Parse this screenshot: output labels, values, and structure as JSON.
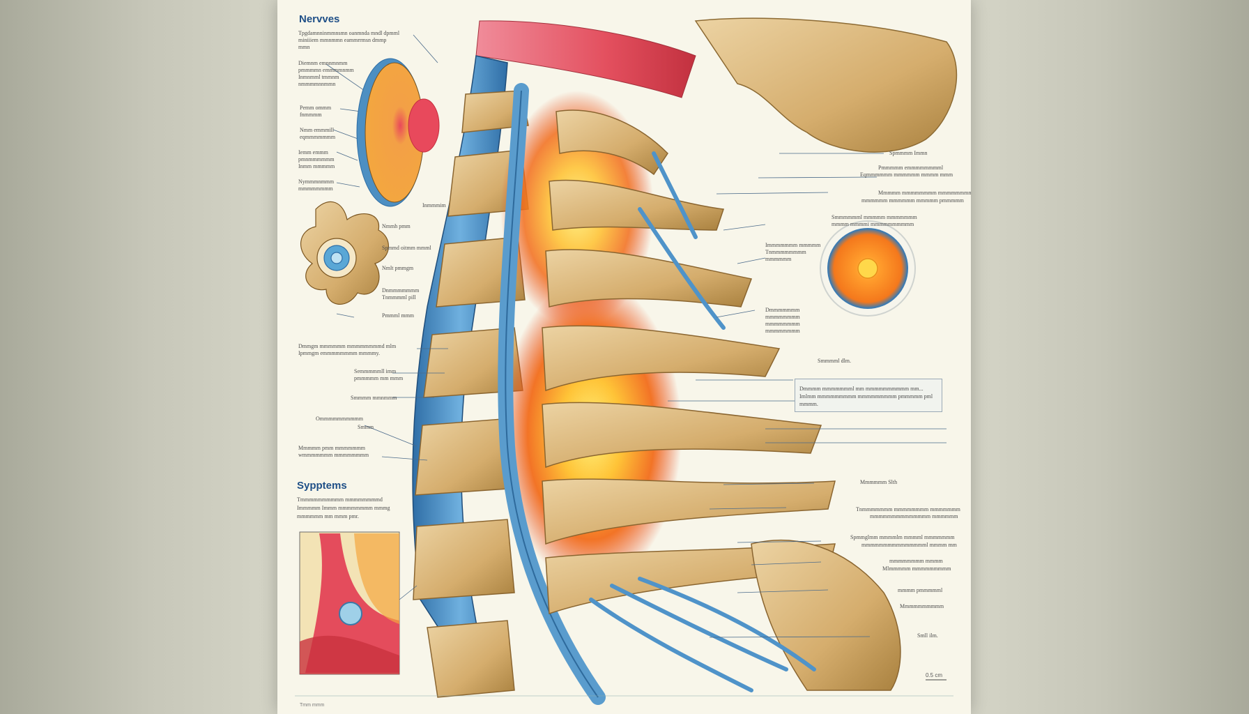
{
  "headings": {
    "top": "Nervves",
    "symptoms": "Sypptems"
  },
  "labels": {
    "disc_top": "Tpgdamnninmmnsmn oanmnda mndl dpmml",
    "disc_top2": "miniiiem mmnmmn eammrrmsn dmmp",
    "disc_top3": "mmn",
    "disc_1": "Diemnm emnnmnmm",
    "disc_1b": "pmmmmn emmmmnmm",
    "disc_1c": "Inmnmml tmmnm",
    "disc_1d": "nmmmmnnmmn",
    "disc_2": "Pemm ommm",
    "disc_2b": "fnmmmm",
    "disc_3": "Nmm emmmill",
    "disc_3b": "eqmmmmmmm",
    "disc_4": "Iemm emmm",
    "disc_4b": "pmnmmmmmm",
    "disc_4c": "Inmm mmmmm",
    "disc_5": "Nymmmnmmm",
    "disc_5b": "mmmmmmmm",
    "disc_center": "Inmmmim",
    "disc_base": "Nmmh pmm",
    "vert_1": "Spmmd oitmm mmml",
    "vert_2": "Nmlt pmmgm",
    "vert_3": "Dnmmmmmmm",
    "vert_3b": "Tnmmmml pill",
    "vert_4": "Pmmml mmm",
    "left_1": "Dmmgm mmmmmm mmmmmmmmd mlm",
    "left_1b": "Ipmmgm emmmmmmmm mmmmy.",
    "left_2": "Semmmmmll imm",
    "left_2b": "pmmmmm mm mmm",
    "left_3": "Smmmm mmnmmm",
    "left_4": "Ommmmmmmmmm",
    "left_4b": "Smmm",
    "left_5": "Mmmmm pmm mmmmmmm",
    "left_5b": "wmmmmmmm mmmmmmmm",
    "symptoms_1": "Tmmmmmmmmmm mmmmmmmmd",
    "symptoms_2": "Immmmm Immm mmmmmmmm mmmg",
    "symptoms_3": "mmmmmm mm mmm pmr.",
    "right_1": "Spmmmm Immn",
    "right_2": "Pmmmmm emmmmmmmml",
    "right_2b": "Eqmmmmmm mmmmmm mmmm mmm",
    "right_3": "Mmmmm mmmmmmmm mmmmmmmmml",
    "right_3b": "mmmmmm mmmmmm mmmmm pmmmmm",
    "right_4": "Smmmmmml mmmmm mmmmmmm",
    "right_4b": "mmmm mmmmi mmmmmmmmmm",
    "right_5": "Immmmmmm mmmmm",
    "right_5b": "Tnmmmmmmmm",
    "right_5c": "mmmmmm",
    "right_6": "Dmmmmmmm",
    "right_6b": "mmmmmmmm",
    "right_6c": "mmmmmmmm",
    "right_6d": "mmmmmmmm",
    "right_7": "Smmmml dlm.",
    "callout_line1": "Dmmmm mmmmmmml mm mmmmmmmmmm mm...",
    "callout_line2": "Imlmm mmmmmmmmm mmmmmmmmm pmmmmm pml mmmm.",
    "right_8": "Mmmmmm Slth",
    "right_9": "Tnmmmmmmm mmmmmmmm mmmmmmm",
    "right_9b": "mmmmmmmmmmmmmm mmmmmm",
    "right_10": "Spmmglmm mmmmlm mmmml mmmmmmm",
    "right_10b": "mmmmmmmmmmmmmmml mmmm mm",
    "right_11": "mmmmmmmm mmmm",
    "right_11b": "Mlmmmmm mmmmmmmmm",
    "right_12": "mmmm pmmmmml",
    "right_12b": "Mmmmmmmmmm",
    "right_13": "Smll ilm.",
    "scale": "0.5 cm",
    "footer": "Tmm mmm"
  },
  "colors": {
    "bone": "#d9b67c",
    "bone_shadow": "#a8803f",
    "disc_blue": "#4d8fc2",
    "nerve_blue": "#5a9ccd",
    "inflammation": "#f2731c",
    "hot_core": "#ffe15a",
    "muscle_red": "#e34f5e",
    "heading_blue": "#1f4f87"
  }
}
